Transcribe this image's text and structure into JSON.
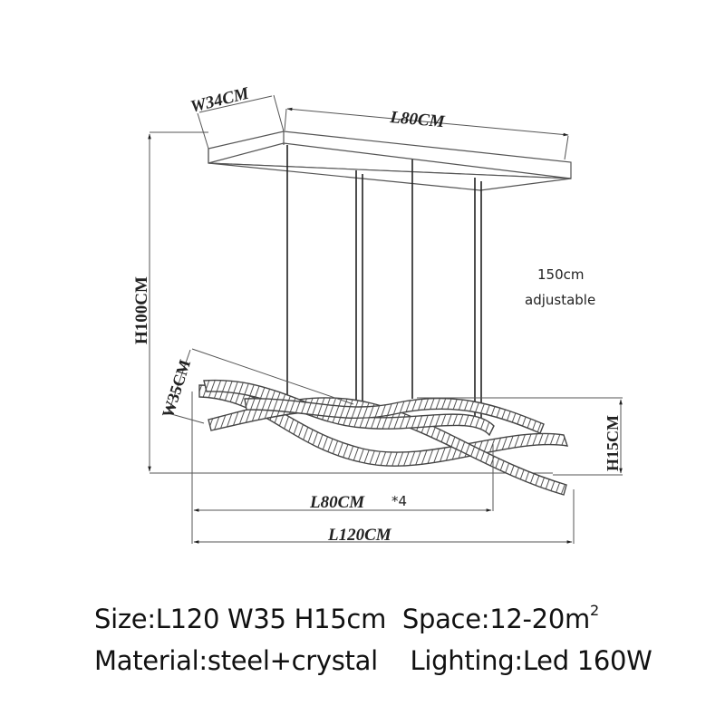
{
  "diagram": {
    "canopy": {
      "width_label": "W34CM",
      "length_label": "L80CM"
    },
    "overall_height_label": "H100CM",
    "cable_note": {
      "line1": "150cm",
      "line2": "adjustable"
    },
    "fixture": {
      "width_label": "W35CM",
      "height_label": "H15CM",
      "arm_length_label": "L80CM",
      "arm_count_label": "*4",
      "total_length_label": "L120CM"
    },
    "line_color": "#555555"
  },
  "specs": {
    "size_label": "Size:L120 W35 H15cm",
    "space_label": "Space:12-20m",
    "space_unit_sup": "2",
    "material_label": "Material:steel+crystal",
    "lighting_label": "Lighting:Led 160W"
  }
}
